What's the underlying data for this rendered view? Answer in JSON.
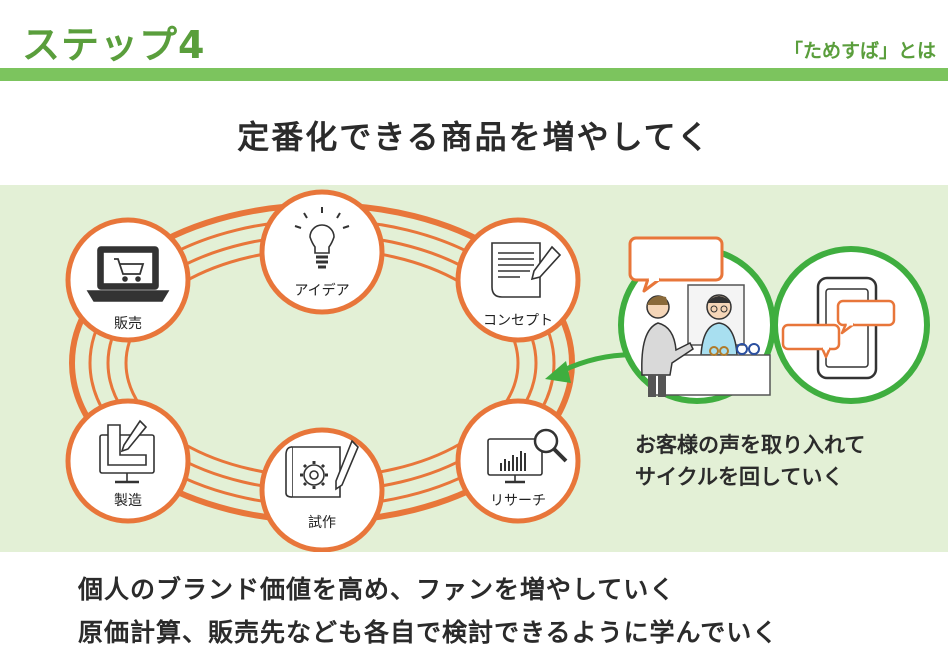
{
  "header": {
    "step_title": "ステップ4",
    "section_label": "「ためすば」とは"
  },
  "main_title": "定番化できる商品を増やしてく",
  "cycle": {
    "nodes": [
      {
        "label": "アイデア",
        "icon": "lightbulb-icon"
      },
      {
        "label": "コンセプト",
        "icon": "document-pen-icon"
      },
      {
        "label": "リサーチ",
        "icon": "monitor-chart-magnifier-icon"
      },
      {
        "label": "試作",
        "icon": "blueprint-gear-pencil-icon"
      },
      {
        "label": "製造",
        "icon": "monitor-ruler-icon"
      },
      {
        "label": "販売",
        "icon": "laptop-cart-icon"
      }
    ]
  },
  "feedback": {
    "caption_lines": [
      "お客様の声を取り入れて",
      "サイクルを回していく"
    ]
  },
  "footer": {
    "lines": [
      "個人のブランド価値を高め、ファンを増やしていく",
      "原価計算、販売先なども各自で検討できるように学んでいく"
    ]
  },
  "colors": {
    "brand_green": "#5a9e3c",
    "bar_green": "#7cc45e",
    "band_bg": "#e3f0d6",
    "cycle_orange": "#e8763a",
    "feedback_green": "#3fae3f"
  }
}
